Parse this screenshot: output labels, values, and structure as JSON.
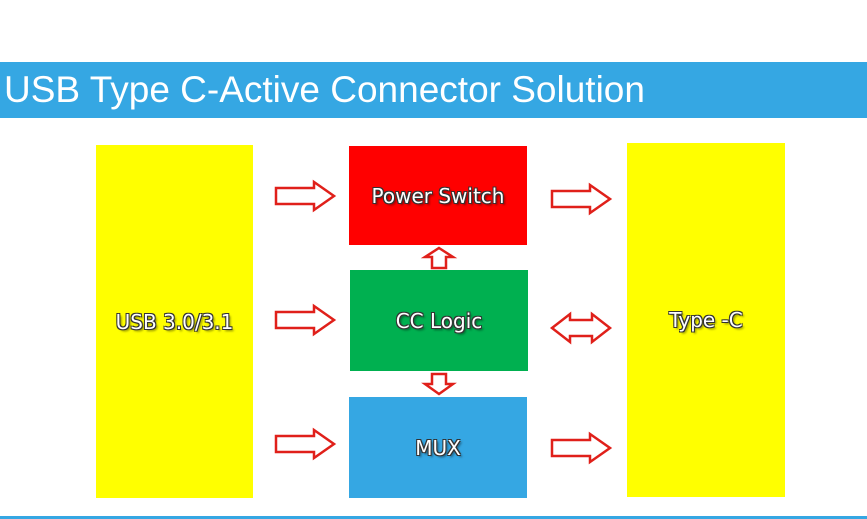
{
  "title": "USB Type C-Active Connector Solution",
  "colors": {
    "title_bar": "#35a7e3",
    "yellow": "#ffff00",
    "red": "#ff0000",
    "green": "#00b050",
    "blue": "#35a7e3",
    "arrow_stroke": "#e0201a"
  },
  "blocks": {
    "usb": {
      "label": "USB 3.0/3.1"
    },
    "power_switch": {
      "label": "Power Switch"
    },
    "cc_logic": {
      "label": "CC Logic"
    },
    "mux": {
      "label": "MUX"
    },
    "type_c": {
      "label": "Type -C"
    }
  },
  "connections": [
    {
      "from": "USB 3.0/3.1",
      "to": "Power Switch",
      "style": "right-arrow"
    },
    {
      "from": "USB 3.0/3.1",
      "to": "CC Logic",
      "style": "right-arrow"
    },
    {
      "from": "USB 3.0/3.1",
      "to": "MUX",
      "style": "right-arrow"
    },
    {
      "from": "CC Logic",
      "to": "Power Switch",
      "style": "up-arrow"
    },
    {
      "from": "CC Logic",
      "to": "MUX",
      "style": "down-arrow"
    },
    {
      "from": "Power Switch",
      "to": "Type -C",
      "style": "right-arrow"
    },
    {
      "from": "CC Logic",
      "to": "Type -C",
      "style": "double-arrow"
    },
    {
      "from": "MUX",
      "to": "Type -C",
      "style": "right-arrow"
    }
  ]
}
